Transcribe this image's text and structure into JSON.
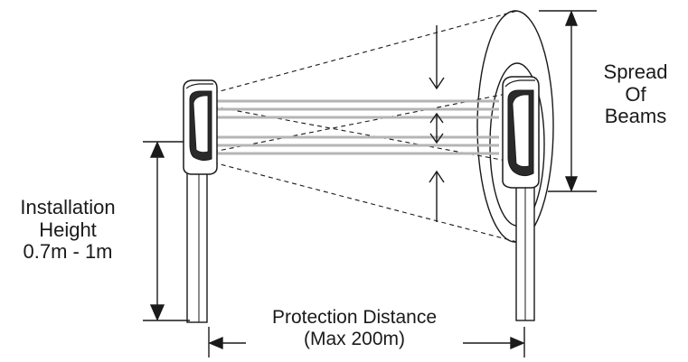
{
  "labels": {
    "installation_height": [
      "Installation",
      "Height",
      "0.7m - 1m"
    ],
    "spread_of_beams": [
      "Spread",
      "Of",
      "Beams"
    ],
    "protection_distance": [
      "Protection Distance",
      "(Max 200m)"
    ]
  },
  "colors": {
    "line": "#1a1a1a",
    "beam": "#b5b5b5",
    "housing": "#2a2a2a"
  }
}
